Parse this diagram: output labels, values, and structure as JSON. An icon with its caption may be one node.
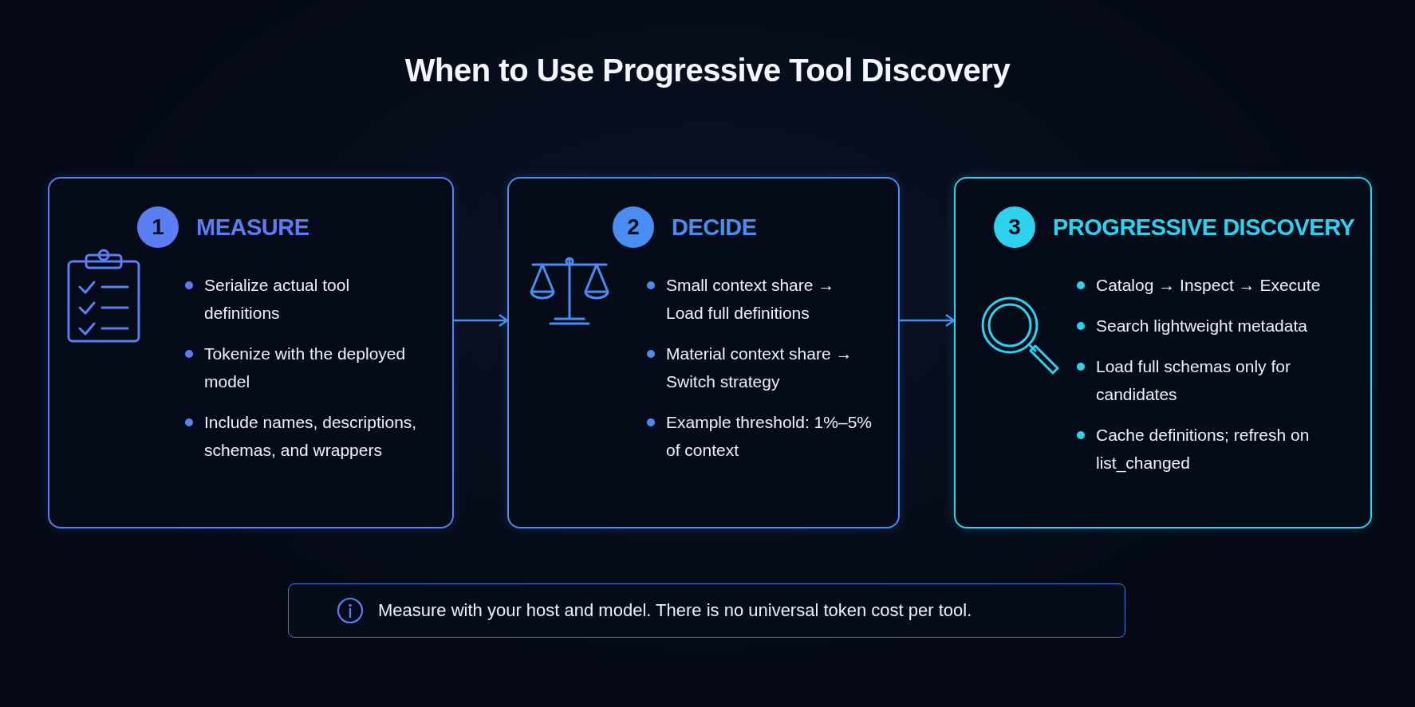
{
  "diagram": {
    "title": "When to Use Progressive Tool Discovery",
    "nodes": [
      {
        "text": [
          "1",
          "MEASURE",
          "Serialize actual tool definitions",
          "Tokenize with the deployed model",
          "Include names, descriptions, schemas, and wrappers"
        ]
      },
      {
        "text": [
          "2",
          "DECIDE",
          "Small context share → Load full definitions",
          "Material context share → Switch strategy",
          "Example threshold: 1%–5% of context"
        ]
      },
      {
        "text": [
          "3",
          "PROGRESSIVE DISCOVERY",
          "Catalog → Inspect → Execute",
          "Search lightweight metadata",
          "Load full schemas only for candidates",
          "Cache definitions; refresh on list_changed"
        ]
      },
      {
        "text": [
          "Measure with your host and model. There is no universal token cost per tool."
        ]
      }
    ],
    "edges": [
      {
        "from": 0,
        "to": 1,
        "arrow": "to"
      },
      {
        "from": 1,
        "to": 2,
        "arrow": "to"
      }
    ]
  }
}
